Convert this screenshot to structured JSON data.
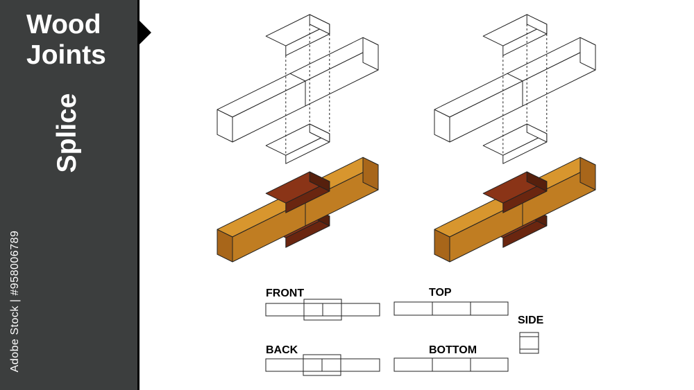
{
  "sidebar": {
    "title": "Wood\nJoints",
    "subtitle": "Splice",
    "stock_id": "Adobe Stock | #958006789",
    "background": "#3c3e3e"
  },
  "views": {
    "front": "FRONT",
    "top": "TOP",
    "side": "SIDE",
    "back": "BACK",
    "bottom": "BOTTOM"
  },
  "colors": {
    "wood_front": "#c07d22",
    "wood_top": "#d8962e",
    "wood_side": "#a8661a",
    "clamp_top": "#8a3417",
    "clamp_front": "#6a2610",
    "clamp_side": "#56200d",
    "outline": "#222222"
  }
}
